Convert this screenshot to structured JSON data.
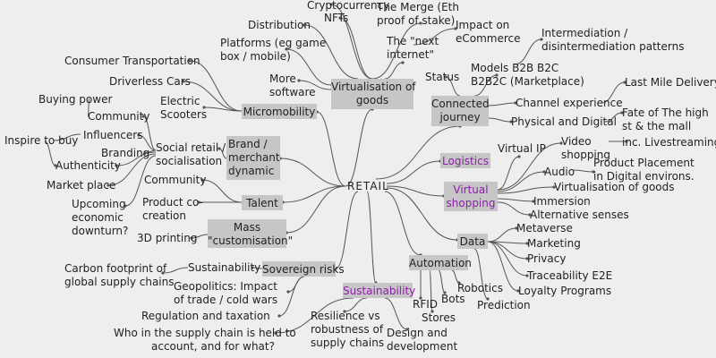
{
  "center": "RETAIL",
  "branches": {
    "virtualisation": {
      "title": "Virtualisation of\ngoods",
      "items": [
        "Cryptocurrency",
        "NFTs",
        "The Merge (Eth\nproof of stake)",
        "Distribution",
        "The \"next\ninternet\"",
        "Impact on\neCommerce",
        "Platforms (eg game\nbox / mobile)",
        "More\nsoftware"
      ]
    },
    "micromobility": {
      "title": "Micromobility",
      "items": [
        "Consumer Transportation",
        "Driverless Cars",
        "Electric\nScooters"
      ]
    },
    "brand": {
      "title": "Brand /\nmerchant\ndynamic",
      "social": "Social retail /\nsocialisation",
      "items": [
        "Buying power",
        "Community",
        "Influencers",
        "Inspire to buy",
        "Branding",
        "Authenticity",
        "Market place",
        "Upcoming\neconomic\ndownturn?"
      ]
    },
    "talent": {
      "title": "Talent",
      "items": [
        "Community",
        "Product co-\ncreation"
      ]
    },
    "mass": {
      "title": "Mass\n\"customisation\"",
      "items": [
        "3D printing"
      ]
    },
    "sovereign": {
      "title": "Sovereign risks",
      "items": [
        "Sustainability",
        "Carbon footprint of\nglobal supply chains",
        "Geopolitics: Impact\nof trade / cold wars",
        "Regulation and taxation"
      ]
    },
    "sustainability": {
      "title": "Sustainability",
      "items": [
        "Who in the supply chain is held to\naccount, and for what?",
        "Resilience vs\nrobustness of\nsupply chains",
        "Design and\ndevelopment"
      ]
    },
    "automation": {
      "title": "Automation",
      "items": [
        "RFID",
        "Bots",
        "Robotics",
        "Stores",
        "Prediction"
      ]
    },
    "data": {
      "title": "Data",
      "items": [
        "Metaverse",
        "Marketing",
        "Privacy",
        "Traceability E2E",
        "Loyalty Programs"
      ]
    },
    "virtual_shopping": {
      "title": "Virtual\nshopping",
      "items": [
        "Virtual IP",
        "Video\nshopping",
        "inc. Livestreaming?",
        "Audio",
        "Product Placement\nin Digital environs.",
        "Virtualisation of goods",
        "Immersion",
        "Alternative senses"
      ]
    },
    "logistics": {
      "title": "Logistics"
    },
    "connected": {
      "title": "Connected\njourney",
      "items": [
        "Status",
        "Models B2B B2C\nB2B2C (Marketplace)",
        "Intermediation /\ndisintermediation patterns",
        "Channel experience",
        "Last Mile Delivery",
        "Physical and Digital",
        "Fate of The high\nst & the mall"
      ]
    }
  },
  "colors": {
    "background": "#eeeeee",
    "box": "#c6c6c6",
    "line": "#555555",
    "highlight": "#8b1fa6"
  }
}
